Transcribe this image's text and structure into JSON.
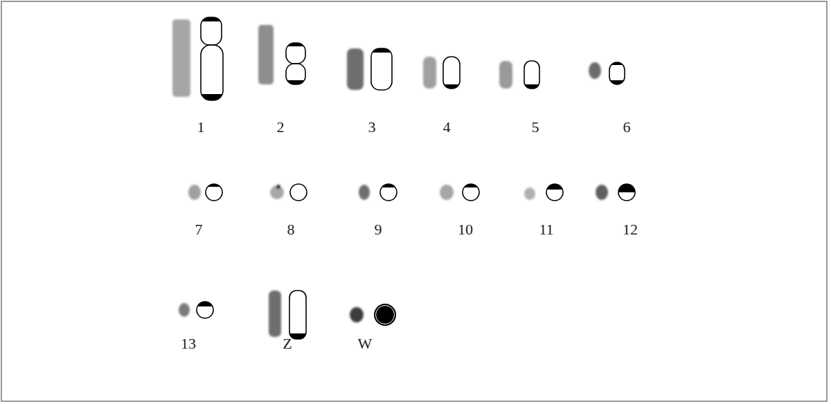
{
  "diagram": {
    "labels": [
      "1",
      "2",
      "3",
      "4",
      "5",
      "6",
      "7",
      "8",
      "9",
      "10",
      "11",
      "12",
      "13",
      "Z",
      "W"
    ]
  }
}
